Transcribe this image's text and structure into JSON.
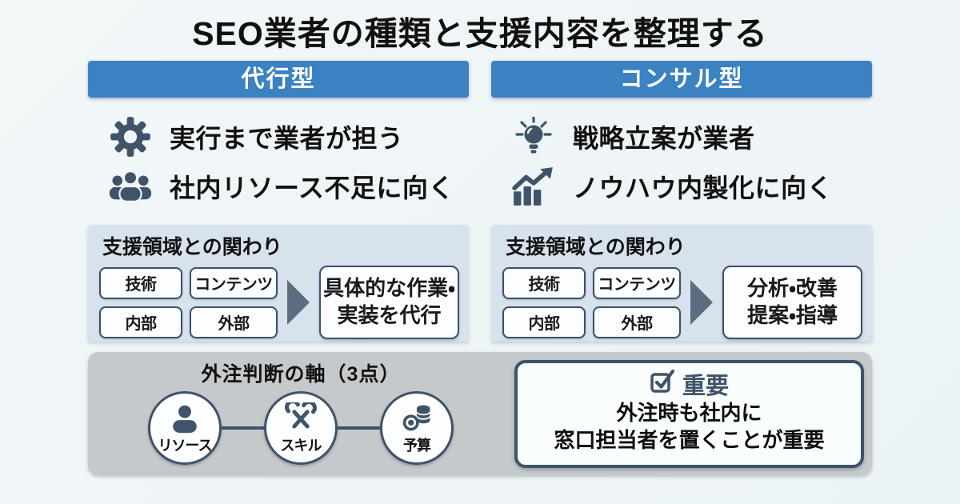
{
  "title": "SEO業者の種類と支援内容を整理する",
  "colors": {
    "header_blue": "#3b82c2",
    "icon_slate": "#3f5468",
    "support_panel_bg": "#d7e2ec",
    "bottom_panel_bg": "#c6c9cc",
    "box_bg": "#fbfdff",
    "box_border": "#3b506b",
    "page_bg": "#eef4f6",
    "important_text": "#3e5368"
  },
  "columns": [
    {
      "header": "代行型",
      "features": [
        {
          "icon": "gear-icon",
          "text": "実行まで業者が担う"
        },
        {
          "icon": "people-icon",
          "text": "社内リソース不足に向く"
        }
      ],
      "support": {
        "title": "支援領域との関わり",
        "tags": [
          "技術",
          "コンテンツ",
          "内部",
          "外部"
        ],
        "arrow_icon": "arrow-right-icon",
        "result_lines": [
          "具体的な作業・",
          "実装を代行"
        ]
      }
    },
    {
      "header": "コンサル型",
      "features": [
        {
          "icon": "lightbulb-icon",
          "text": "戦略立案が業者"
        },
        {
          "icon": "chart-up-icon",
          "text": "ノウハウ内製化に向く"
        }
      ],
      "support": {
        "title": "支援領域との関わり",
        "tags": [
          "技術",
          "コンテンツ",
          "内部",
          "外部"
        ],
        "arrow_icon": "arrow-right-icon",
        "result_lines": [
          "分析・改善",
          "提案・指導"
        ]
      }
    }
  ],
  "bottom": {
    "axis_title": "外注判断の軸（3点）",
    "axes": [
      {
        "icon": "person-icon",
        "label": "リソース"
      },
      {
        "icon": "tools-icon",
        "label": "スキル"
      },
      {
        "icon": "coins-icon",
        "label": "予算"
      }
    ],
    "important": {
      "icon": "checkbox-icon",
      "heading": "重要",
      "lines": [
        "外注時も社内に",
        "窓口担当者を置くことが重要"
      ]
    }
  }
}
